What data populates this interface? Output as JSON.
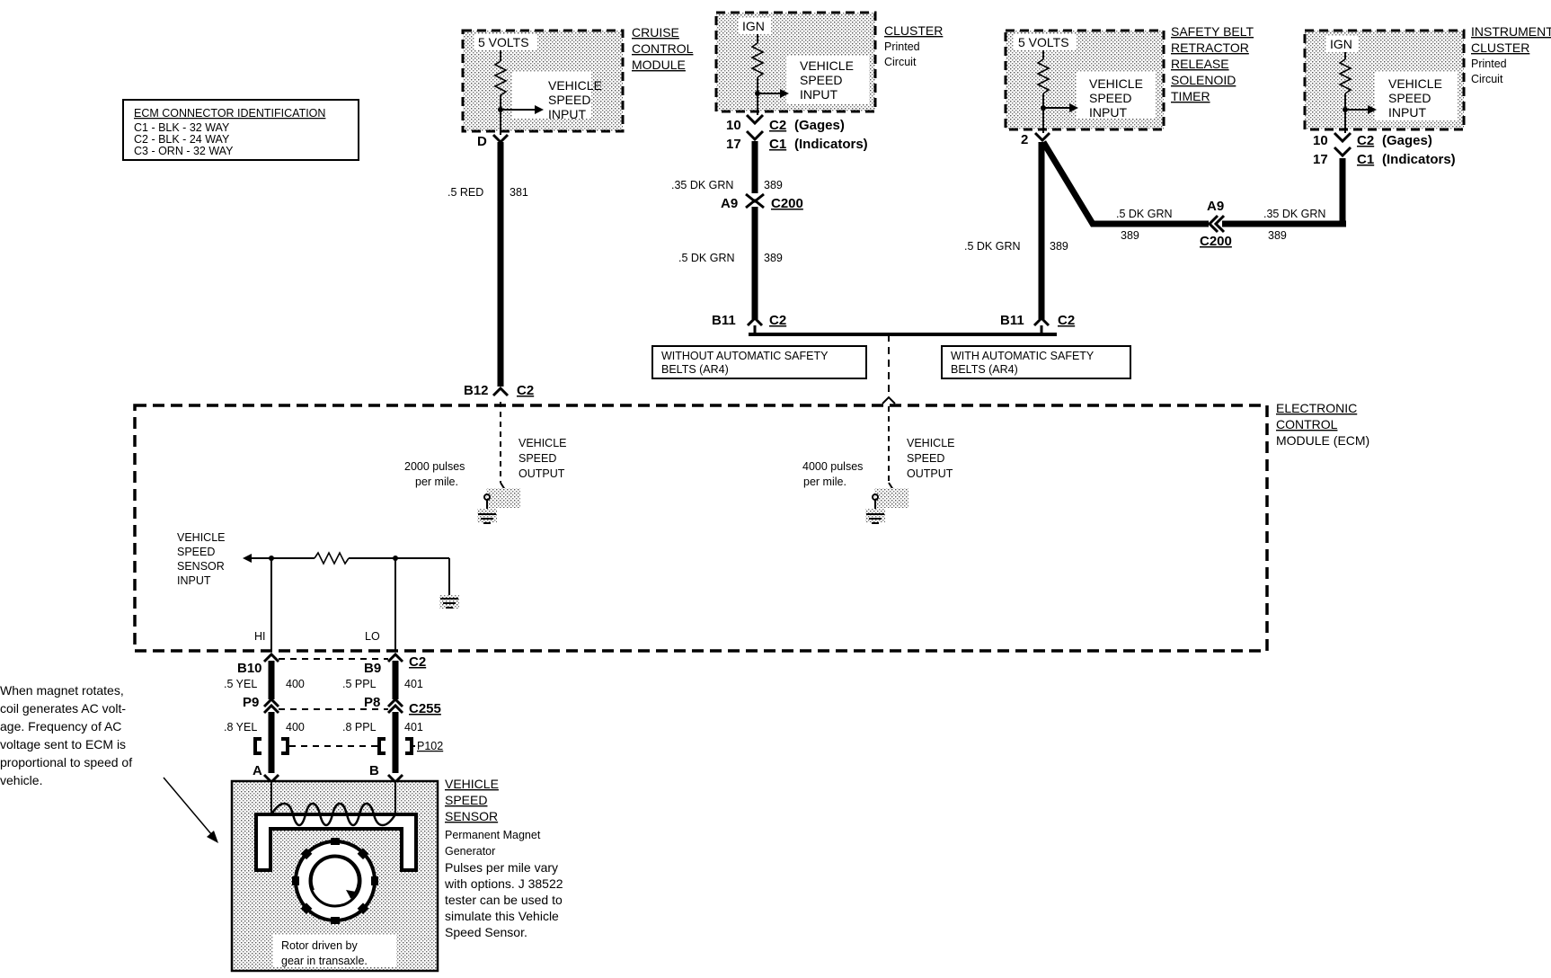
{
  "ecm_id": {
    "title": "ECM CONNECTOR IDENTIFICATION",
    "lines": [
      "C1 - BLK - 32 WAY",
      "C2 - BLK - 24 WAY",
      "C3 - ORN - 32 WAY"
    ]
  },
  "cruise": {
    "volts": "5 VOLTS",
    "input": [
      "VEHICLE",
      "SPEED",
      "INPUT"
    ],
    "name": [
      "CRUISE",
      "CONTROL",
      "MODULE"
    ],
    "pin": "D",
    "wire": ".5 RED",
    "circuit": "381"
  },
  "ic_mid": {
    "supply": "IGN",
    "name": [
      "CLUSTER"
    ],
    "sub": [
      "Printed",
      "Circuit"
    ],
    "input": [
      "VEHICLE",
      "SPEED",
      "INPUT"
    ],
    "pin_a": "10",
    "conn_a": "C2",
    "conn_a_note": "(Gages)",
    "pin_b": "17",
    "conn_b": "C1",
    "conn_b_note": "(Indicators)",
    "wire_top": ".35 DK GRN",
    "circuit_top": "389",
    "inline_pin": "A9",
    "inline_conn": "C200",
    "wire_bot": ".5 DK GRN",
    "circuit_bot": "389",
    "ecm_pin": "B11",
    "ecm_conn": "C2"
  },
  "belt": {
    "volts": "5 VOLTS",
    "input": [
      "VEHICLE",
      "SPEED",
      "INPUT"
    ],
    "name": [
      "SAFETY BELT",
      "RETRACTOR",
      "RELEASE",
      "SOLENOID",
      "TIMER"
    ],
    "pin": "2",
    "wire_down": ".5 DK GRN",
    "circuit_down": "389",
    "wire_right": ".5 DK GRN",
    "circuit_right": "389",
    "inline_pin": "A9",
    "inline_conn": "C200",
    "wire_ic": ".35 DK GRN",
    "circuit_ic": "389",
    "ecm_pin": "B11",
    "ecm_conn": "C2"
  },
  "ic_right": {
    "supply": "IGN",
    "input": [
      "VEHICLE",
      "SPEED",
      "INPUT"
    ],
    "name": [
      "INSTRUMENT",
      "CLUSTER"
    ],
    "sub": [
      "Printed",
      "Circuit"
    ],
    "pin_a": "10",
    "conn_a": "C2",
    "conn_a_note": "(Gages)",
    "pin_b": "17",
    "conn_b": "C1",
    "conn_b_note": "(Indicators)"
  },
  "options": {
    "without": [
      "WITHOUT AUTOMATIC SAFETY",
      "BELTS (AR4)"
    ],
    "with": [
      "WITH AUTOMATIC SAFETY",
      "BELTS (AR4)"
    ]
  },
  "ecm": {
    "name": [
      "ELECTRONIC",
      "CONTROL",
      "MODULE (ECM)"
    ],
    "b12_pin": "B12",
    "b12_conn": "C2",
    "output_label": [
      "VEHICLE",
      "SPEED",
      "OUTPUT"
    ],
    "pulses_2000": [
      "2000 pulses",
      "per mile."
    ],
    "pulses_4000": [
      "4000 pulses",
      "per mile."
    ],
    "vss_input": [
      "VEHICLE",
      "SPEED",
      "SENSOR",
      "INPUT"
    ],
    "hi": "HI",
    "lo": "LO"
  },
  "vss_harness": {
    "pin_b10": "B10",
    "pin_b9": "B9",
    "conn_c2": "C2",
    "wire_yel_5": ".5 YEL",
    "circ_400_a": "400",
    "wire_ppl_5": ".5 PPL",
    "circ_401_a": "401",
    "pin_p9": "P9",
    "pin_p8": "P8",
    "conn_c255": "C255",
    "wire_yel_8": ".8 YEL",
    "circ_400_b": "400",
    "wire_ppl_8": ".8 PPL",
    "circ_401_b": "401",
    "conn_p102": "P102",
    "pin_a": "A",
    "pin_b": "B"
  },
  "vss": {
    "name": [
      "VEHICLE",
      "SPEED",
      "SENSOR"
    ],
    "sub": [
      "Permanent Magnet",
      "Generator"
    ],
    "desc": [
      "Pulses per mile vary",
      "with options. J 38522",
      "tester can be used to",
      "simulate this Vehicle",
      "Speed Sensor."
    ],
    "rotor": [
      "Rotor driven by",
      "gear in transaxle."
    ]
  },
  "note_left": [
    "When magnet rotates,",
    "coil generates AC volt-",
    "age. Frequency of AC",
    "voltage sent to ECM is",
    "proportional to speed of",
    "vehicle."
  ]
}
